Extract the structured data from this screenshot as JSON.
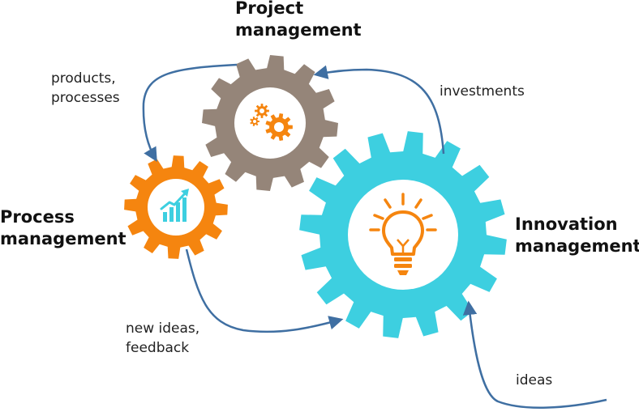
{
  "diagram": {
    "gears": [
      {
        "id": "project",
        "title_lines": [
          "Project",
          "management"
        ],
        "icon": "small-gears-icon",
        "color": "#958579"
      },
      {
        "id": "process",
        "title_lines": [
          "Process",
          "management"
        ],
        "icon": "growth-chart-icon",
        "color": "#F5850F"
      },
      {
        "id": "innovation",
        "title_lines": [
          "Innovation",
          "management"
        ],
        "icon": "lightbulb-icon",
        "color": "#3DCFE0"
      }
    ],
    "flows": [
      {
        "id": "products",
        "label_lines": [
          "products,",
          "processes"
        ],
        "from": "project",
        "to": "process"
      },
      {
        "id": "investments",
        "label_lines": [
          "investments"
        ],
        "from": "innovation",
        "to": "project"
      },
      {
        "id": "newideas",
        "label_lines": [
          "new ideas,",
          "feedback"
        ],
        "from": "process",
        "to": "innovation"
      },
      {
        "id": "ideas",
        "label_lines": [
          "ideas"
        ],
        "from": "outside",
        "to": "innovation"
      }
    ],
    "colors": {
      "arrow": "#3F6FA2",
      "icon_orange": "#F5850F",
      "icon_teal": "#3DCFE0"
    }
  }
}
